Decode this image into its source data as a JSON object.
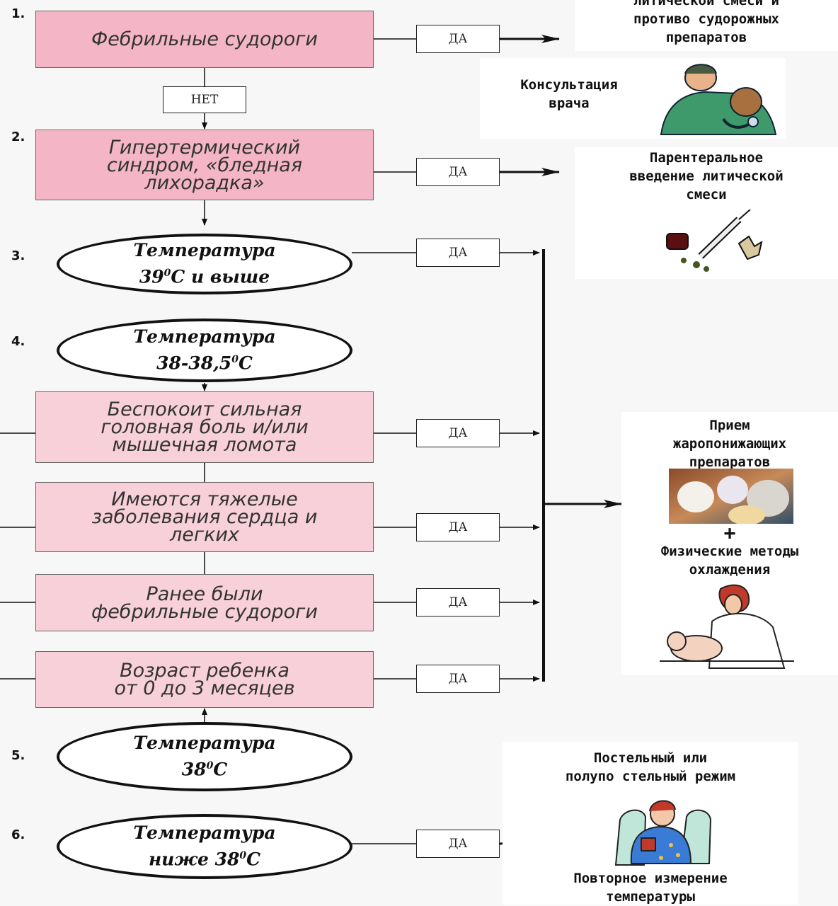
{
  "steps": {
    "n1": "1.",
    "n2": "2.",
    "n3": "3.",
    "n4": "4.",
    "n5": "5.",
    "n6": "6.",
    "febrile": "Фебрильные судороги",
    "hyper": "Гипертермический\nсиндром, «бледная\nлихорадка»",
    "t39_a": "Температура\n39",
    "t39_sup": "0",
    "t39_b": "C и выше",
    "t38_5_a": "Температура\n38-38,5",
    "t38_5_sup": "0",
    "t38_5_b": "C",
    "headache": "Беспокоит сильная\nголовная боль и/или\nмышечная ломота",
    "heart": "Имеются тяжелые\nзаболевания сердца и\nлегких",
    "earlier": "Ранее были\nфебрильные судороги",
    "age": "Возраст ребенка\nот 0 до 3 месяцев",
    "t38_a": "Температура\n38",
    "t38_sup": "0",
    "t38_b": "C",
    "tlow_a": "Температура\nниже 38",
    "tlow_sup": "0",
    "tlow_b": "C"
  },
  "labels": {
    "yes": "ДА",
    "no": "НЕТ"
  },
  "results": {
    "lytic_top": "литической смеси и\nпротиво судорожных\nпрепаратов",
    "consult": "Консультация\nврача",
    "parenteral": "Парентеральное\nвведение литической\nсмеси",
    "antipyretic": "Прием\nжаропонижающих\nпрепаратов",
    "plus": "+",
    "physical": "Физические методы\nохлаждения",
    "bed": "Постельный или\nполупо стельный режим",
    "remeasure": "Повторное измерение\nтемпературы"
  },
  "colors": {
    "box_dark": "#f4b6c6",
    "box_light": "#f7d0da",
    "line": "#111111"
  }
}
